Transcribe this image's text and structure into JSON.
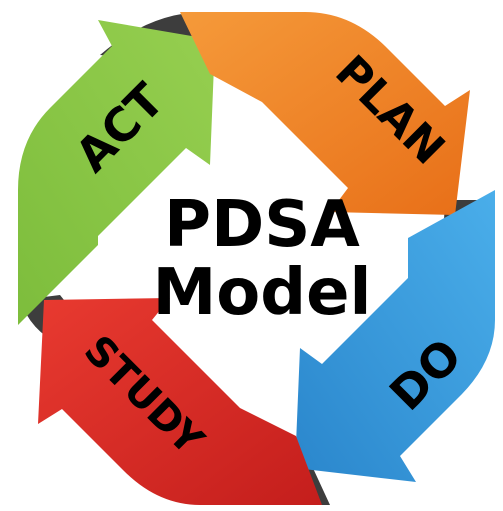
{
  "diagram": {
    "center": {
      "line1": "PDSA",
      "line2": "Model"
    },
    "segments": {
      "plan": {
        "label": "PLAN",
        "color": "#f07e24"
      },
      "do": {
        "label": "DO",
        "color": "#3a9ee0"
      },
      "study": {
        "label": "STUDY",
        "color": "#e02a26"
      },
      "act": {
        "label": "ACT",
        "color": "#83c341"
      }
    },
    "connector_color": "#3d3d3d"
  }
}
